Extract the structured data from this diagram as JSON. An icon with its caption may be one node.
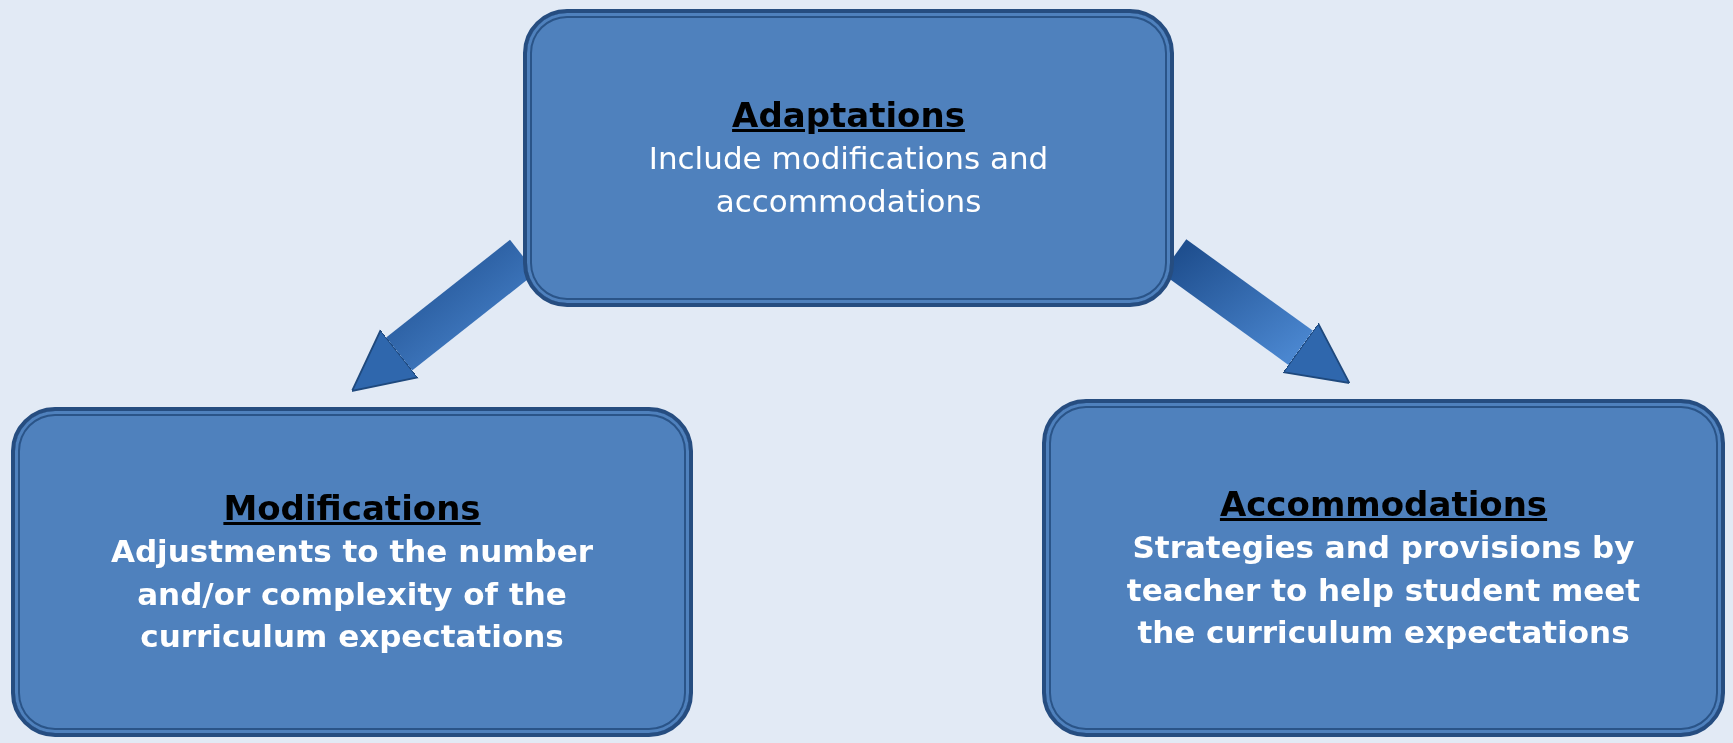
{
  "diagram": {
    "nodes": [
      {
        "text": [
          "Adaptations",
          "Include modifications and accommodations"
        ]
      },
      {
        "text": [
          "Modifications",
          "Adjustments to the number and/or complexity of the curriculum expectations"
        ]
      },
      {
        "text": [
          "Accommodations",
          "Strategies and provisions by teacher to help student meet the curriculum expectations"
        ]
      }
    ],
    "edges": [
      {
        "from": 0,
        "to": 1,
        "arrow": "to",
        "style": "thick"
      },
      {
        "from": 0,
        "to": 2,
        "arrow": "to",
        "style": "thick"
      }
    ]
  }
}
